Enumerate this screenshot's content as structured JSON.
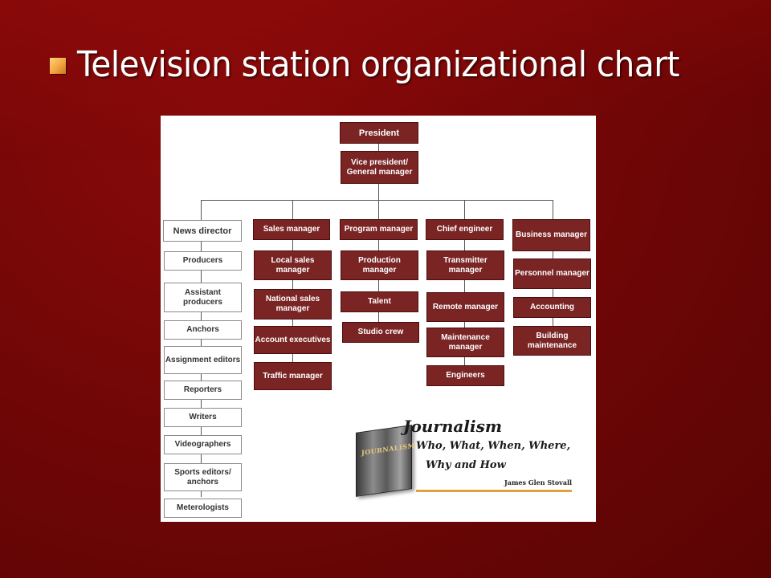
{
  "slide": {
    "title": "Television station organizational chart"
  },
  "org": {
    "president": "President",
    "vp": "Vice president/ General manager",
    "news": {
      "head": "News director",
      "items": [
        "Producers",
        "Assistant producers",
        "Anchors",
        "Assignment editors",
        "Reporters",
        "Writers",
        "Videographers",
        "Sports editors/ anchors",
        "Meterologists"
      ]
    },
    "sales": {
      "head": "Sales manager",
      "items": [
        "Local sales manager",
        "National sales manager",
        "Account executives",
        "Traffic manager"
      ]
    },
    "program": {
      "head": "Program manager",
      "items": [
        "Production manager",
        "Talent",
        "Studio crew"
      ]
    },
    "engineering": {
      "head": "Chief engineer",
      "items": [
        "Transmitter manager",
        "Remote manager",
        "Maintenance manager",
        "Engineers"
      ]
    },
    "business": {
      "head": "Business manager",
      "items": [
        "Personnel manager",
        "Accounting",
        "Building maintenance"
      ]
    }
  },
  "book": {
    "cover_text": "JOURNALISM",
    "title": "Journalism",
    "subtitle_1": "Who, What, When, Where,",
    "subtitle_2": "Why and How",
    "author": "James Glen Stovall"
  },
  "colors": {
    "background": "#6e0606",
    "box_dark": "#7a2424",
    "bullet": "#f2a640",
    "rule": "#e0a23a"
  }
}
